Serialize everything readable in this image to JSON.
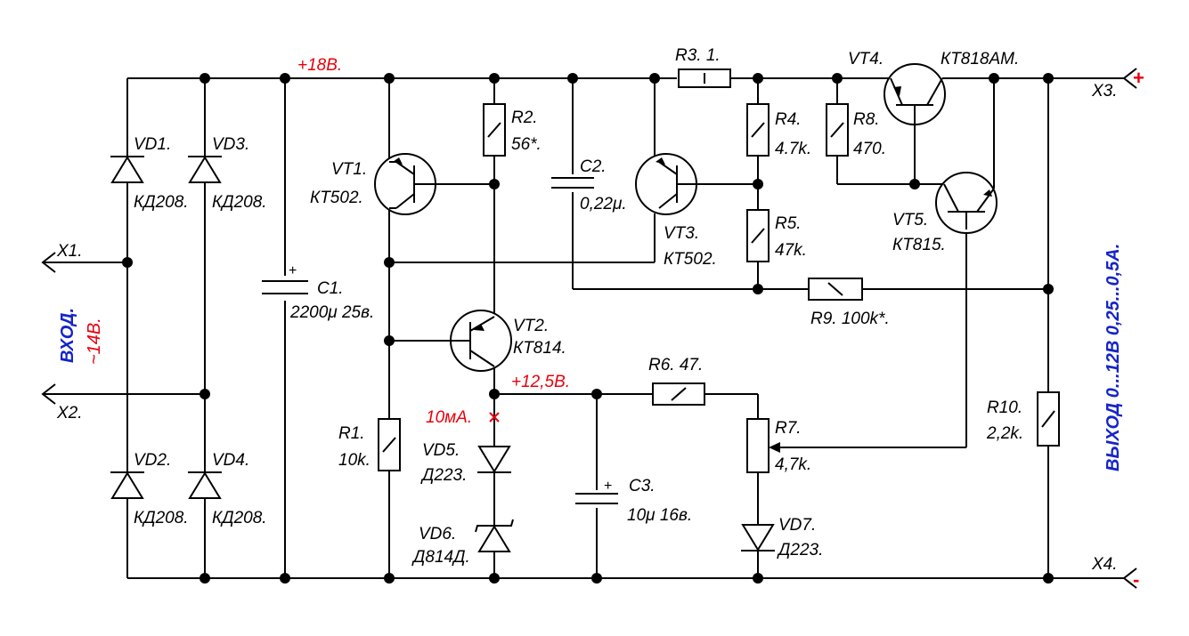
{
  "diagram": {
    "colors": {
      "wire": "#000000",
      "voltage_note": "#e8000b",
      "io_note": "#1524c8"
    },
    "voltages": {
      "supply": "+18В.",
      "ref": "+12,5В.",
      "current": "10мА."
    },
    "io": {
      "in1": "X1.",
      "in2": "X2.",
      "input_title": "ВХОД.",
      "input_value": "~14В.",
      "out_pos": "X3.",
      "out_neg": "X4.",
      "plus": "+",
      "minus": "-",
      "output_title": "ВЫХОД 0...12В 0,25...0,5А."
    },
    "components": {
      "vd1": {
        "name": "VD1.",
        "type": "КД208."
      },
      "vd2": {
        "name": "VD2.",
        "type": "КД208."
      },
      "vd3": {
        "name": "VD3.",
        "type": "КД208."
      },
      "vd4": {
        "name": "VD4.",
        "type": "КД208."
      },
      "c1": {
        "name": "C1.",
        "value": "2200μ 25в."
      },
      "vt1": {
        "name": "VT1.",
        "type": "КТ502."
      },
      "r2": {
        "name": "R2.",
        "value": "56*."
      },
      "c2": {
        "name": "C2.",
        "value": "0,22μ."
      },
      "vt3": {
        "name": "VT3.",
        "type": "КТ502."
      },
      "r3": {
        "name": "R3. 1."
      },
      "r4": {
        "name": "R4.",
        "value": "4.7k."
      },
      "r5": {
        "name": "R5.",
        "value": "47k."
      },
      "r8": {
        "name": "R8.",
        "value": "470."
      },
      "vt4": {
        "name": "VT4.",
        "type": "КТ818АМ."
      },
      "vt5": {
        "name": "VT5.",
        "type": "КТ815."
      },
      "r9": {
        "name": "R9. 100k*."
      },
      "vt2": {
        "name": "VT2.",
        "type": "КТ814."
      },
      "r1": {
        "name": "R1.",
        "value": "10k."
      },
      "vd5": {
        "name": "VD5.",
        "type": "Д223."
      },
      "vd6": {
        "name": "VD6.",
        "type": "Д814Д."
      },
      "r6": {
        "name": "R6. 47."
      },
      "c3": {
        "name": "C3.",
        "value": "10μ 16в."
      },
      "r7": {
        "name": "R7.",
        "value": "4,7k."
      },
      "vd7": {
        "name": "VD7.",
        "type": "Д223."
      },
      "r10": {
        "name": "R10.",
        "value": "2,2k."
      }
    }
  }
}
